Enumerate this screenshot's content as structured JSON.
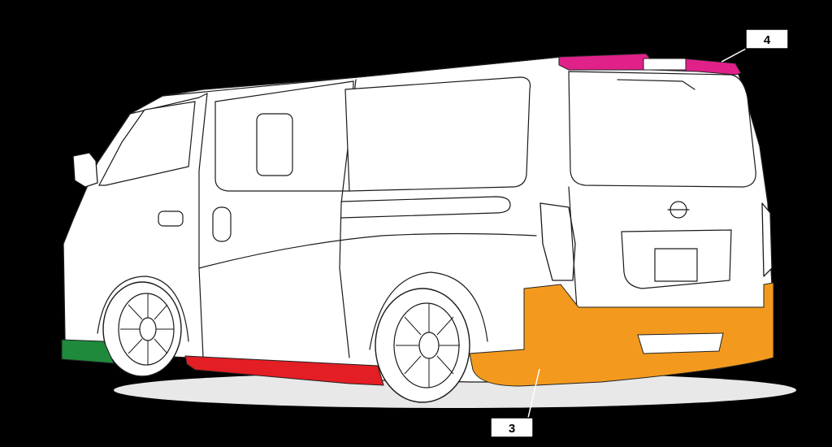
{
  "diagram": {
    "background": "#000000",
    "parts": [
      {
        "id": "rear-roof-spoiler",
        "color": "#e0218a"
      },
      {
        "id": "rear-bumper",
        "color": "#f39a1e"
      },
      {
        "id": "side-skirt",
        "color": "#e31e24"
      },
      {
        "id": "front-bumper-side",
        "color": "#1f8a3c"
      }
    ],
    "callouts": [
      {
        "label": "4"
      },
      {
        "label": "3"
      }
    ]
  }
}
